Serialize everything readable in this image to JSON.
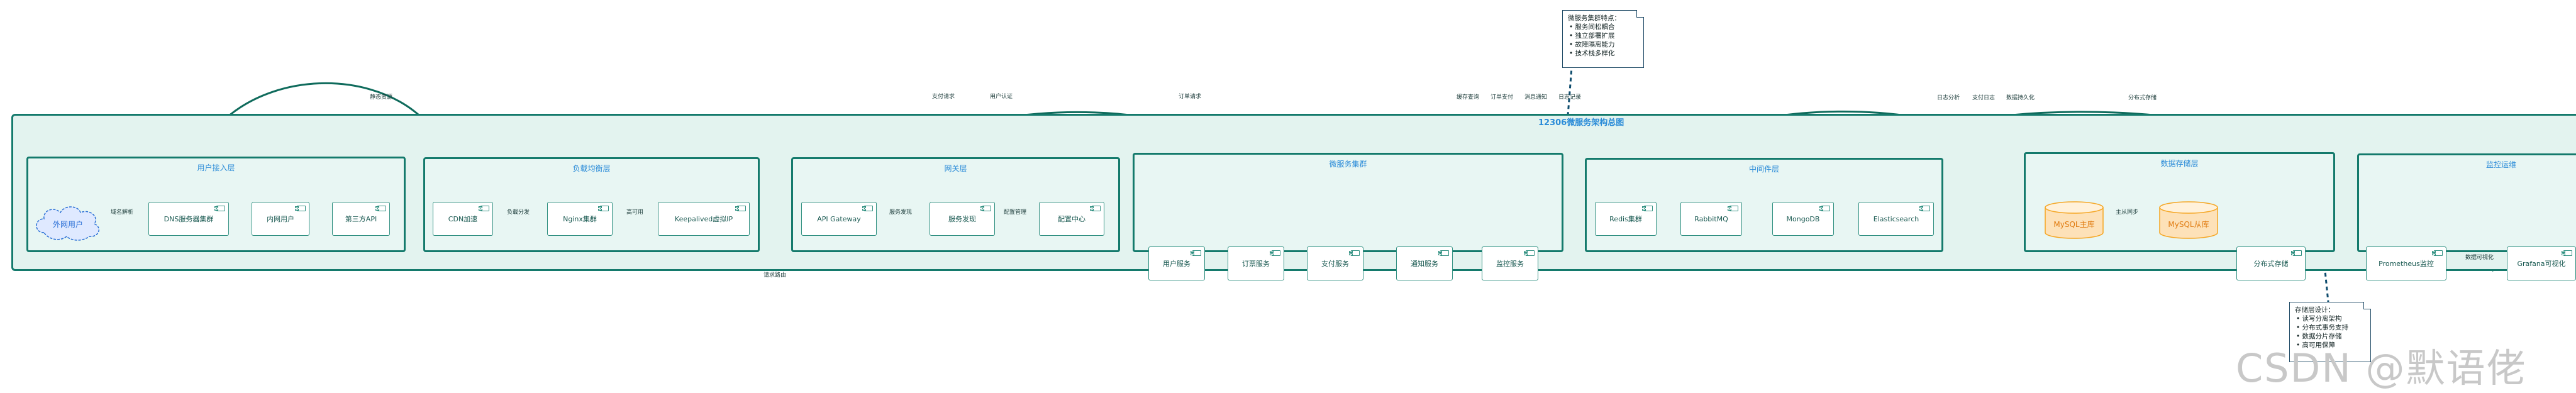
{
  "diagram": {
    "title": "12306微服务架构总图",
    "layers": [
      {
        "id": "access",
        "title": "用户接入层",
        "components": [
          {
            "id": "dns",
            "label": "DNS服务器集群"
          },
          {
            "id": "intranet",
            "label": "内网用户"
          },
          {
            "id": "thirdapi",
            "label": "第三方API"
          }
        ]
      },
      {
        "id": "lb",
        "title": "负载均衡层",
        "components": [
          {
            "id": "cdn",
            "label": "CDN加速"
          },
          {
            "id": "nginx",
            "label": "Nginx集群"
          },
          {
            "id": "keepalived",
            "label": "Keepalived虚拟IP"
          }
        ]
      },
      {
        "id": "gateway",
        "title": "网关层",
        "components": [
          {
            "id": "apigw",
            "label": "API Gateway"
          },
          {
            "id": "discovery",
            "label": "服务发现"
          },
          {
            "id": "config",
            "label": "配置中心"
          }
        ]
      },
      {
        "id": "services",
        "title": "微服务集群",
        "components": [
          {
            "id": "usersvc",
            "label": "用户服务"
          },
          {
            "id": "ordersvc",
            "label": "订票服务"
          },
          {
            "id": "paysvc",
            "label": "支付服务"
          },
          {
            "id": "notifysvc",
            "label": "通知服务"
          },
          {
            "id": "monitorsvc",
            "label": "监控服务"
          }
        ]
      },
      {
        "id": "middleware",
        "title": "中间件层",
        "components": [
          {
            "id": "redis",
            "label": "Redis集群"
          },
          {
            "id": "rabbitmq",
            "label": "RabbitMQ"
          },
          {
            "id": "mongodb",
            "label": "MongoDB"
          },
          {
            "id": "es",
            "label": "Elasticsearch"
          }
        ]
      },
      {
        "id": "storage",
        "title": "数据存储层",
        "components": [
          {
            "id": "mysqlmaster",
            "label": "MySQL主库"
          },
          {
            "id": "mysqlslave",
            "label": "MySQL从库"
          },
          {
            "id": "dfs",
            "label": "分布式存储"
          }
        ]
      },
      {
        "id": "monitoring",
        "title": "监控运维",
        "components": [
          {
            "id": "prometheus",
            "label": "Prometheus监控"
          },
          {
            "id": "grafana",
            "label": "Grafana可视化"
          }
        ]
      }
    ],
    "external_user": "外网用户",
    "edge_labels": {
      "ext_dns": "域名解析",
      "dns_cdn": "静态资源",
      "cdn_nginx": "负载分发",
      "nginx_keep": "高可用",
      "keep_gw": "请求路由",
      "gw_disc": "服务发现",
      "disc_conf": "配置管理",
      "pay_req": "支付请求",
      "user_auth": "用户认证",
      "order_req": "订单请求",
      "cache_q": "缓存查询",
      "order_pay": "订单支付",
      "msg_notify": "消息通知",
      "log_rec": "日志记录",
      "pay_log": "支付日志",
      "user_record": "日志分析",
      "data_persist": "数据持久化",
      "file_store": "分布式存储",
      "mysql_sync": "主从同步",
      "metrics": "数据可视化"
    },
    "notes": [
      {
        "title": "微服务集群特点：",
        "items": [
          "服务间松耦合",
          "独立部署扩展",
          "故障隔离能力",
          "技术栈多样化"
        ]
      },
      {
        "title": "存储层设计：",
        "items": [
          "读写分离架构",
          "分布式事务支持",
          "数据分片存储",
          "高可用保障"
        ]
      }
    ],
    "colors": {
      "border": "#147a6c",
      "fill": "#e3f3ef",
      "edge": "#0f6b5c",
      "title": "#2a8bd8",
      "db": "#f5a623"
    }
  },
  "watermark": "CSDN @默语佬"
}
